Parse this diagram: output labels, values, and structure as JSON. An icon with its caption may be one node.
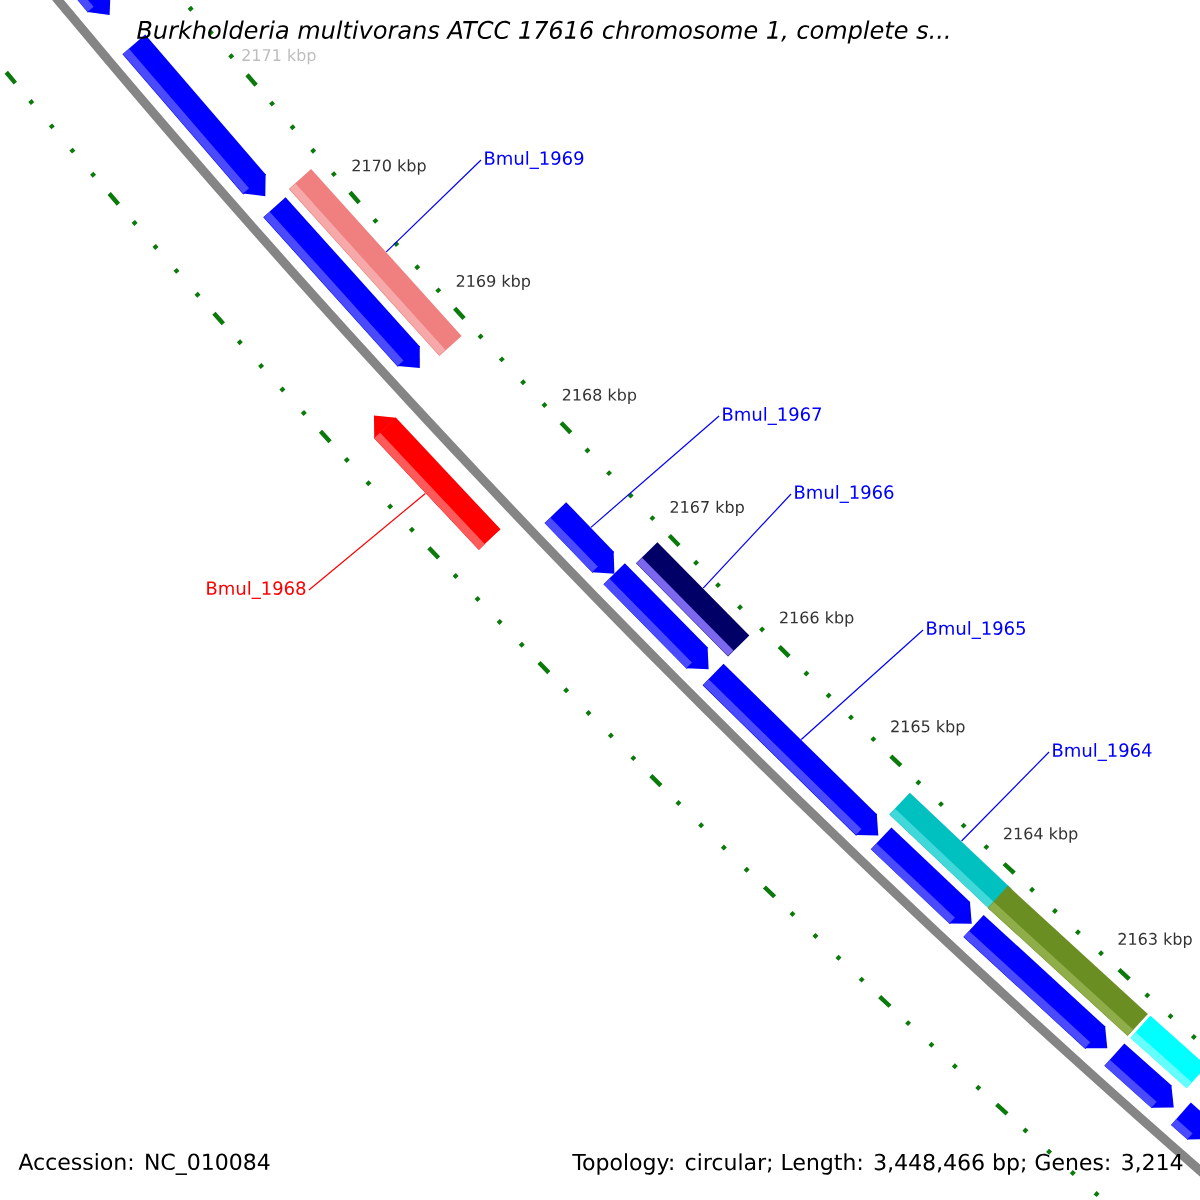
{
  "diagram": {
    "title": "Burkholderia multivorans ATCC 17616 chromosome 1, complete s...",
    "nodes": [
      {
        "text": [],
        "shape": "pentagon"
      },
      {
        "text": [],
        "shape": "pentagon"
      },
      {
        "text": [
          "Bmul_1969"
        ]
      },
      {
        "text": [],
        "shape": "bar"
      },
      {
        "text": [],
        "shape": "pentagon"
      },
      {
        "text": [],
        "shape": "pentagon"
      },
      {
        "text": [
          "Bmul_1967"
        ]
      },
      {
        "text": [
          "Bmul_1966"
        ]
      },
      {
        "text": [],
        "shape": "pentagon"
      },
      {
        "text": [],
        "shape": "bar"
      },
      {
        "text": [
          "Bmul_1968"
        ]
      },
      {
        "text": [],
        "shape": "pentagon"
      },
      {
        "text": [
          "Bmul_1965"
        ]
      },
      {
        "text": [],
        "shape": "pentagon"
      },
      {
        "text": [
          "Bmul_1964"
        ]
      },
      {
        "text": [],
        "shape": "bar"
      },
      {
        "text": [],
        "shape": "pentagon"
      },
      {
        "text": [],
        "shape": "bar"
      },
      {
        "text": [],
        "shape": "pentagon"
      },
      {
        "text": [],
        "shape": "bar"
      },
      {
        "text": [],
        "shape": "pentagon"
      },
      {
        "text": [],
        "shape": "pentagon"
      }
    ],
    "edges": [
      {
        "from": 2,
        "to": 3,
        "arrow": "none"
      },
      {
        "from": 6,
        "to": 8,
        "arrow": "none"
      },
      {
        "from": 7,
        "to": 9,
        "arrow": "none"
      },
      {
        "from": 10,
        "to": 5,
        "arrow": "none",
        "color": "#ff0000"
      },
      {
        "from": 12,
        "to": 13,
        "arrow": "none"
      },
      {
        "from": 14,
        "to": 15,
        "arrow": "none"
      }
    ],
    "labels": [
      "2171 kbp",
      "2170 kbp",
      "2169 kbp",
      "2168 kbp",
      "2167 kbp",
      "2166 kbp",
      "2165 kbp",
      "2164 kbp",
      "2163 kbp",
      "Accession: NC_010084",
      "Topology: circular; Length: 3,448,466 bp; Genes: 3,214"
    ]
  }
}
